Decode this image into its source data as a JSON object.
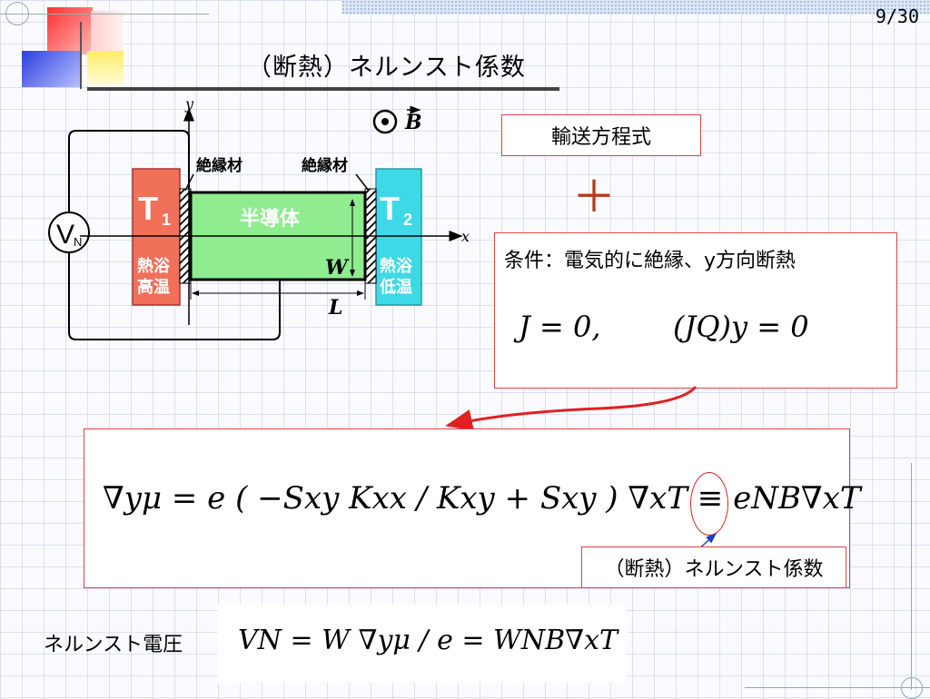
{
  "slide": {
    "page_number": "9/30",
    "title": "（断熱）ネルンスト係数"
  },
  "diagram": {
    "axis_y": "y",
    "axis_x": "x",
    "magnetic_field": "B",
    "insulator_left": "絶縁材",
    "insulator_right": "絶縁材",
    "semiconductor": "半導体",
    "width_label": "W",
    "length_label": "L",
    "hot_bath": {
      "temp": "T",
      "sub": "1",
      "line1": "熱浴",
      "line2": "高温"
    },
    "cold_bath": {
      "temp": "T",
      "sub": "2",
      "line1": "熱浴",
      "line2": "低温"
    },
    "voltmeter": {
      "main": "V",
      "sub": "N"
    }
  },
  "transport_equation_label": "輸送方程式",
  "plus_sign": "＋",
  "conditions": {
    "label": "条件：電気的に絶縁、y方向断熱",
    "eq1": "J = 0,",
    "eq2": "(JQ)y = 0"
  },
  "main_equation": {
    "text": "∇yμ = e ( −Sxy Kxx / Kxy + Sxy ) ∇xT ≡ eNB∇xT",
    "callout": "（断熱）ネルンスト係数"
  },
  "nernst_voltage": {
    "label": "ネルンスト電圧",
    "equation": "VN = W ∇yμ / e = WNB∇xT"
  },
  "colors": {
    "accent_red": "#d44444",
    "hot_bath": "#f0705a",
    "cold_bath": "#3fd8e6",
    "semiconductor": "#8fec8f",
    "callout_arrow": "#1a3fc4"
  }
}
